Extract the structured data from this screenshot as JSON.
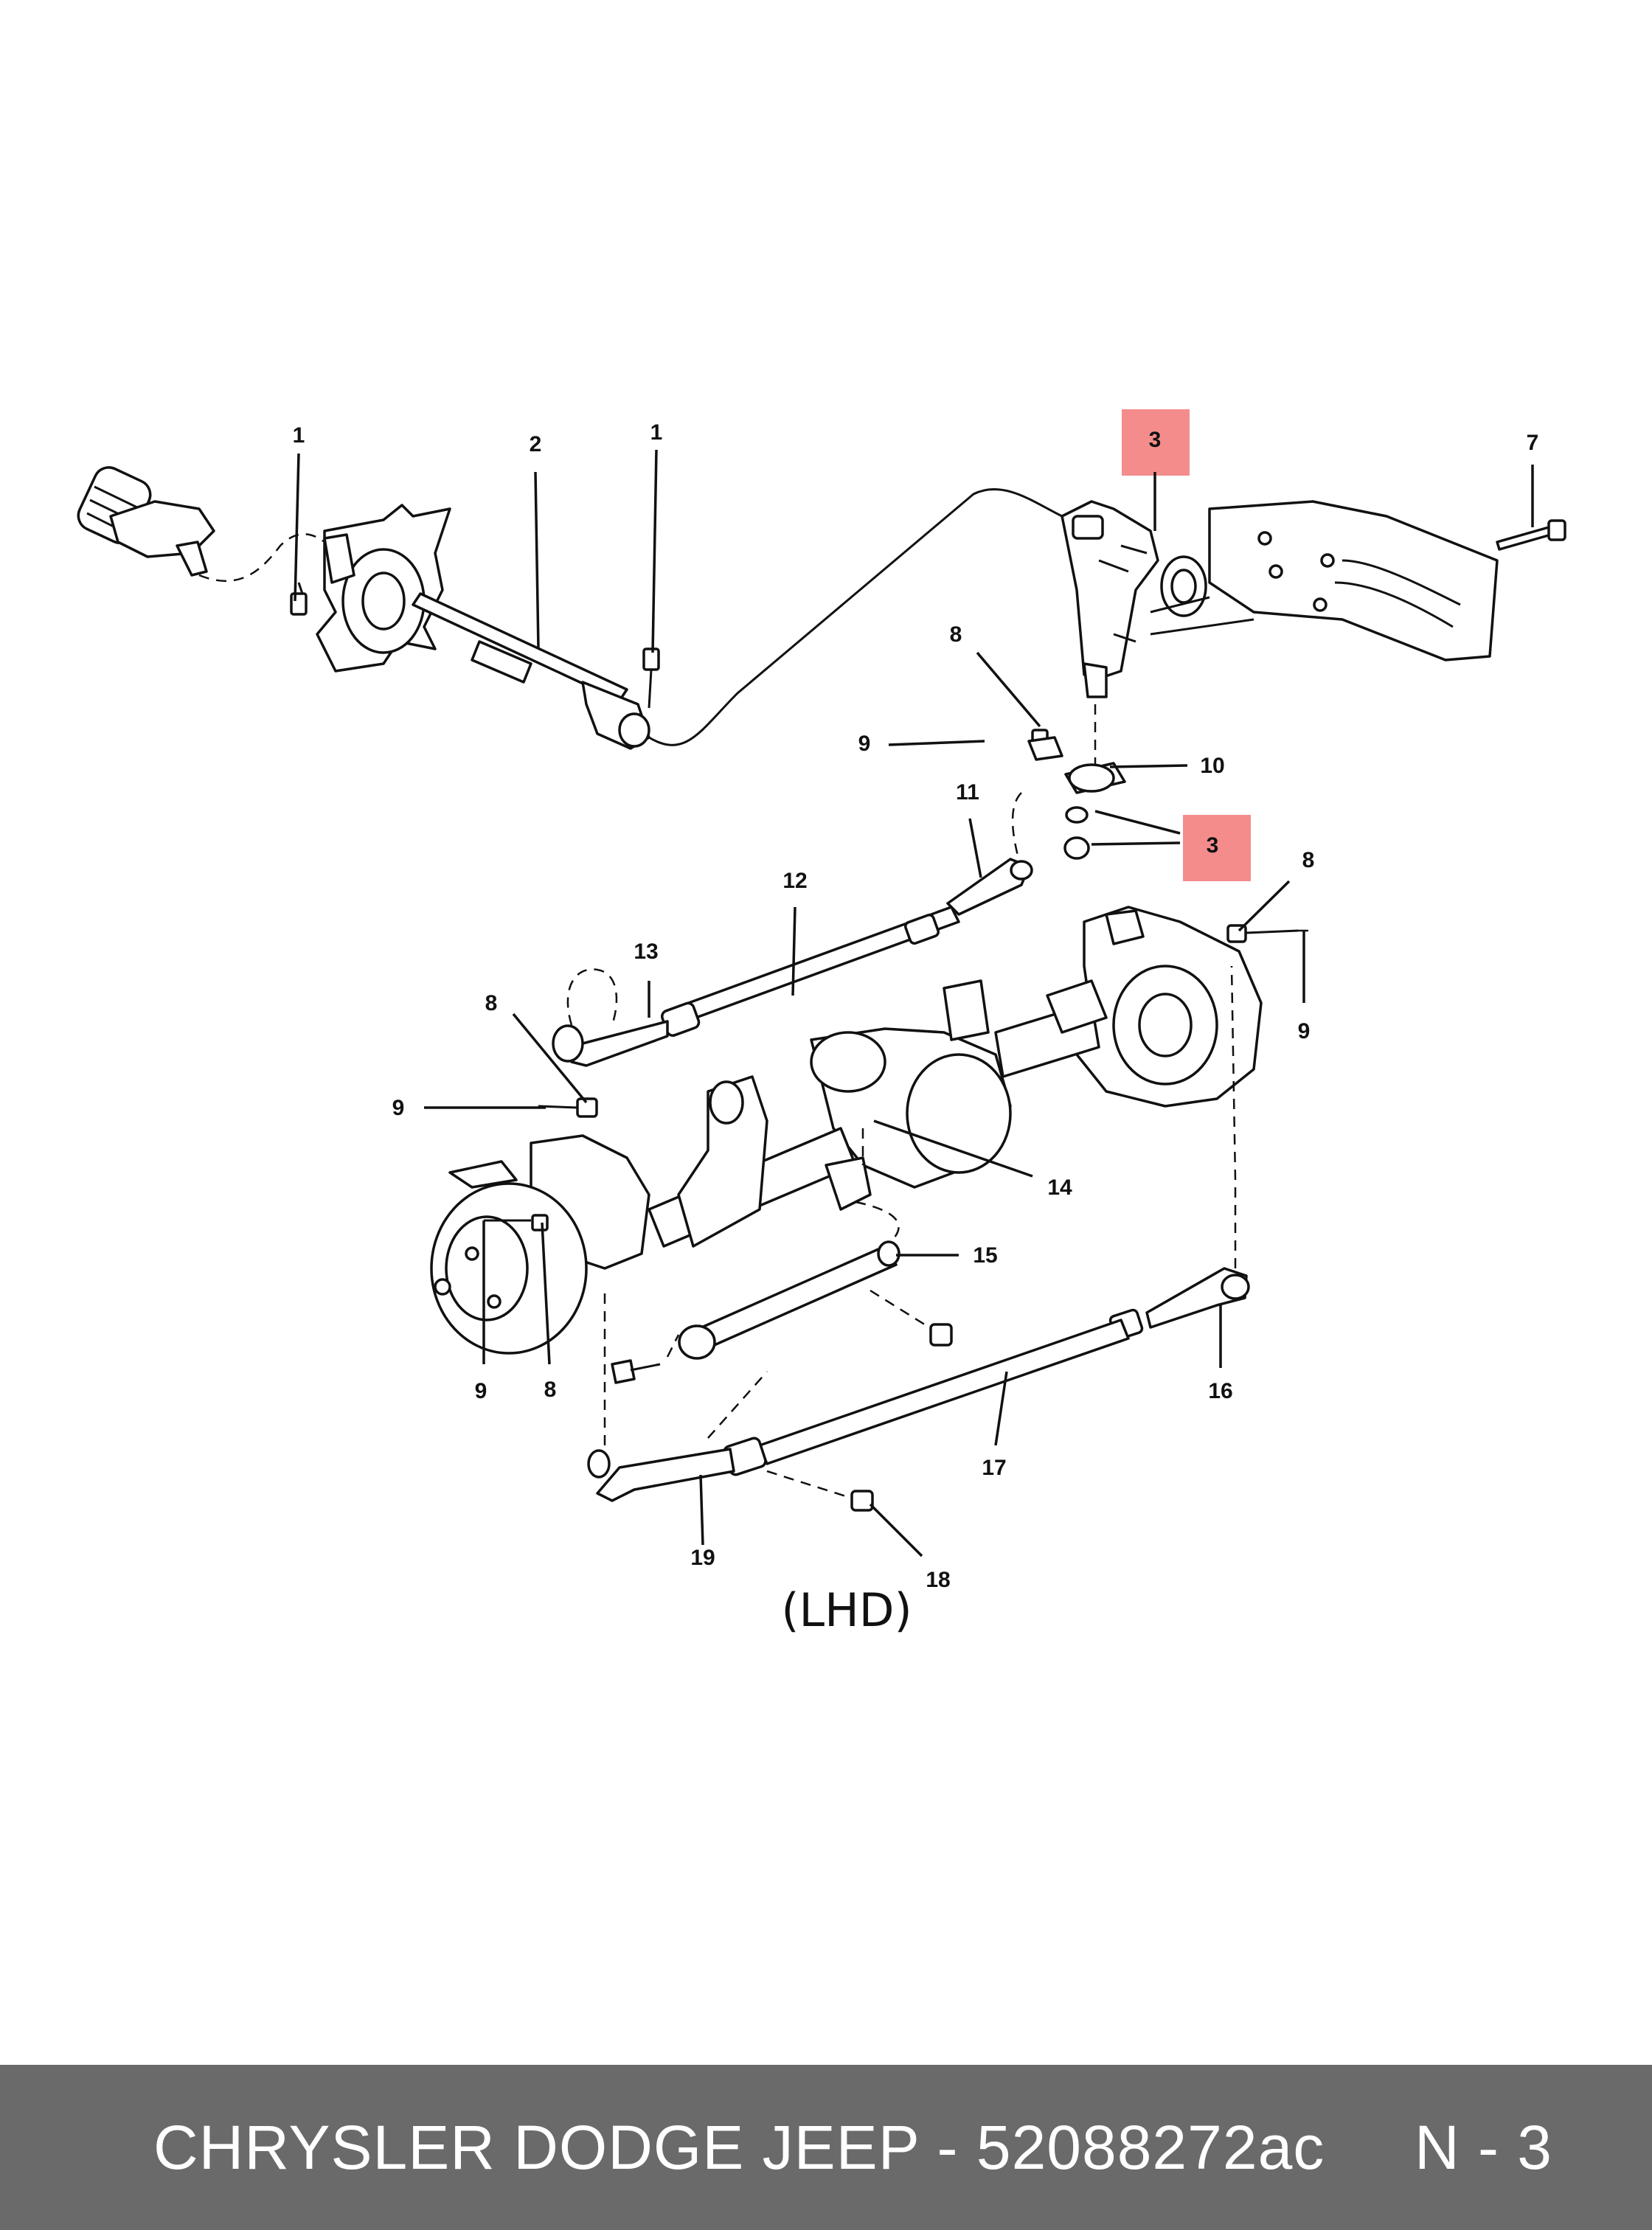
{
  "diagram": {
    "callouts": [
      {
        "id": "c1a",
        "label": "1"
      },
      {
        "id": "c2",
        "label": "2"
      },
      {
        "id": "c1b",
        "label": "1"
      },
      {
        "id": "c3a",
        "label": "3"
      },
      {
        "id": "c7",
        "label": "7"
      },
      {
        "id": "c8a",
        "label": "8"
      },
      {
        "id": "c9a",
        "label": "9"
      },
      {
        "id": "c10",
        "label": "10"
      },
      {
        "id": "c11",
        "label": "11"
      },
      {
        "id": "c3b",
        "label": "3"
      },
      {
        "id": "c8b",
        "label": "8"
      },
      {
        "id": "c12",
        "label": "12"
      },
      {
        "id": "c13",
        "label": "13"
      },
      {
        "id": "c9b",
        "label": "9"
      },
      {
        "id": "c8c",
        "label": "8"
      },
      {
        "id": "c9c",
        "label": "9"
      },
      {
        "id": "c14",
        "label": "14"
      },
      {
        "id": "c15",
        "label": "15"
      },
      {
        "id": "c9d",
        "label": "9"
      },
      {
        "id": "c8d",
        "label": "8"
      },
      {
        "id": "c16",
        "label": "16"
      },
      {
        "id": "c17",
        "label": "17"
      },
      {
        "id": "c19",
        "label": "19"
      },
      {
        "id": "c18",
        "label": "18"
      }
    ],
    "highlighted_callout": "3",
    "highlight_color": "#f48c8c",
    "variant_label": "(LHD)"
  },
  "footer": {
    "text": "CHRYSLER DODGE JEEP - 52088272ac     N - 3",
    "background": "#6a6a6a"
  }
}
